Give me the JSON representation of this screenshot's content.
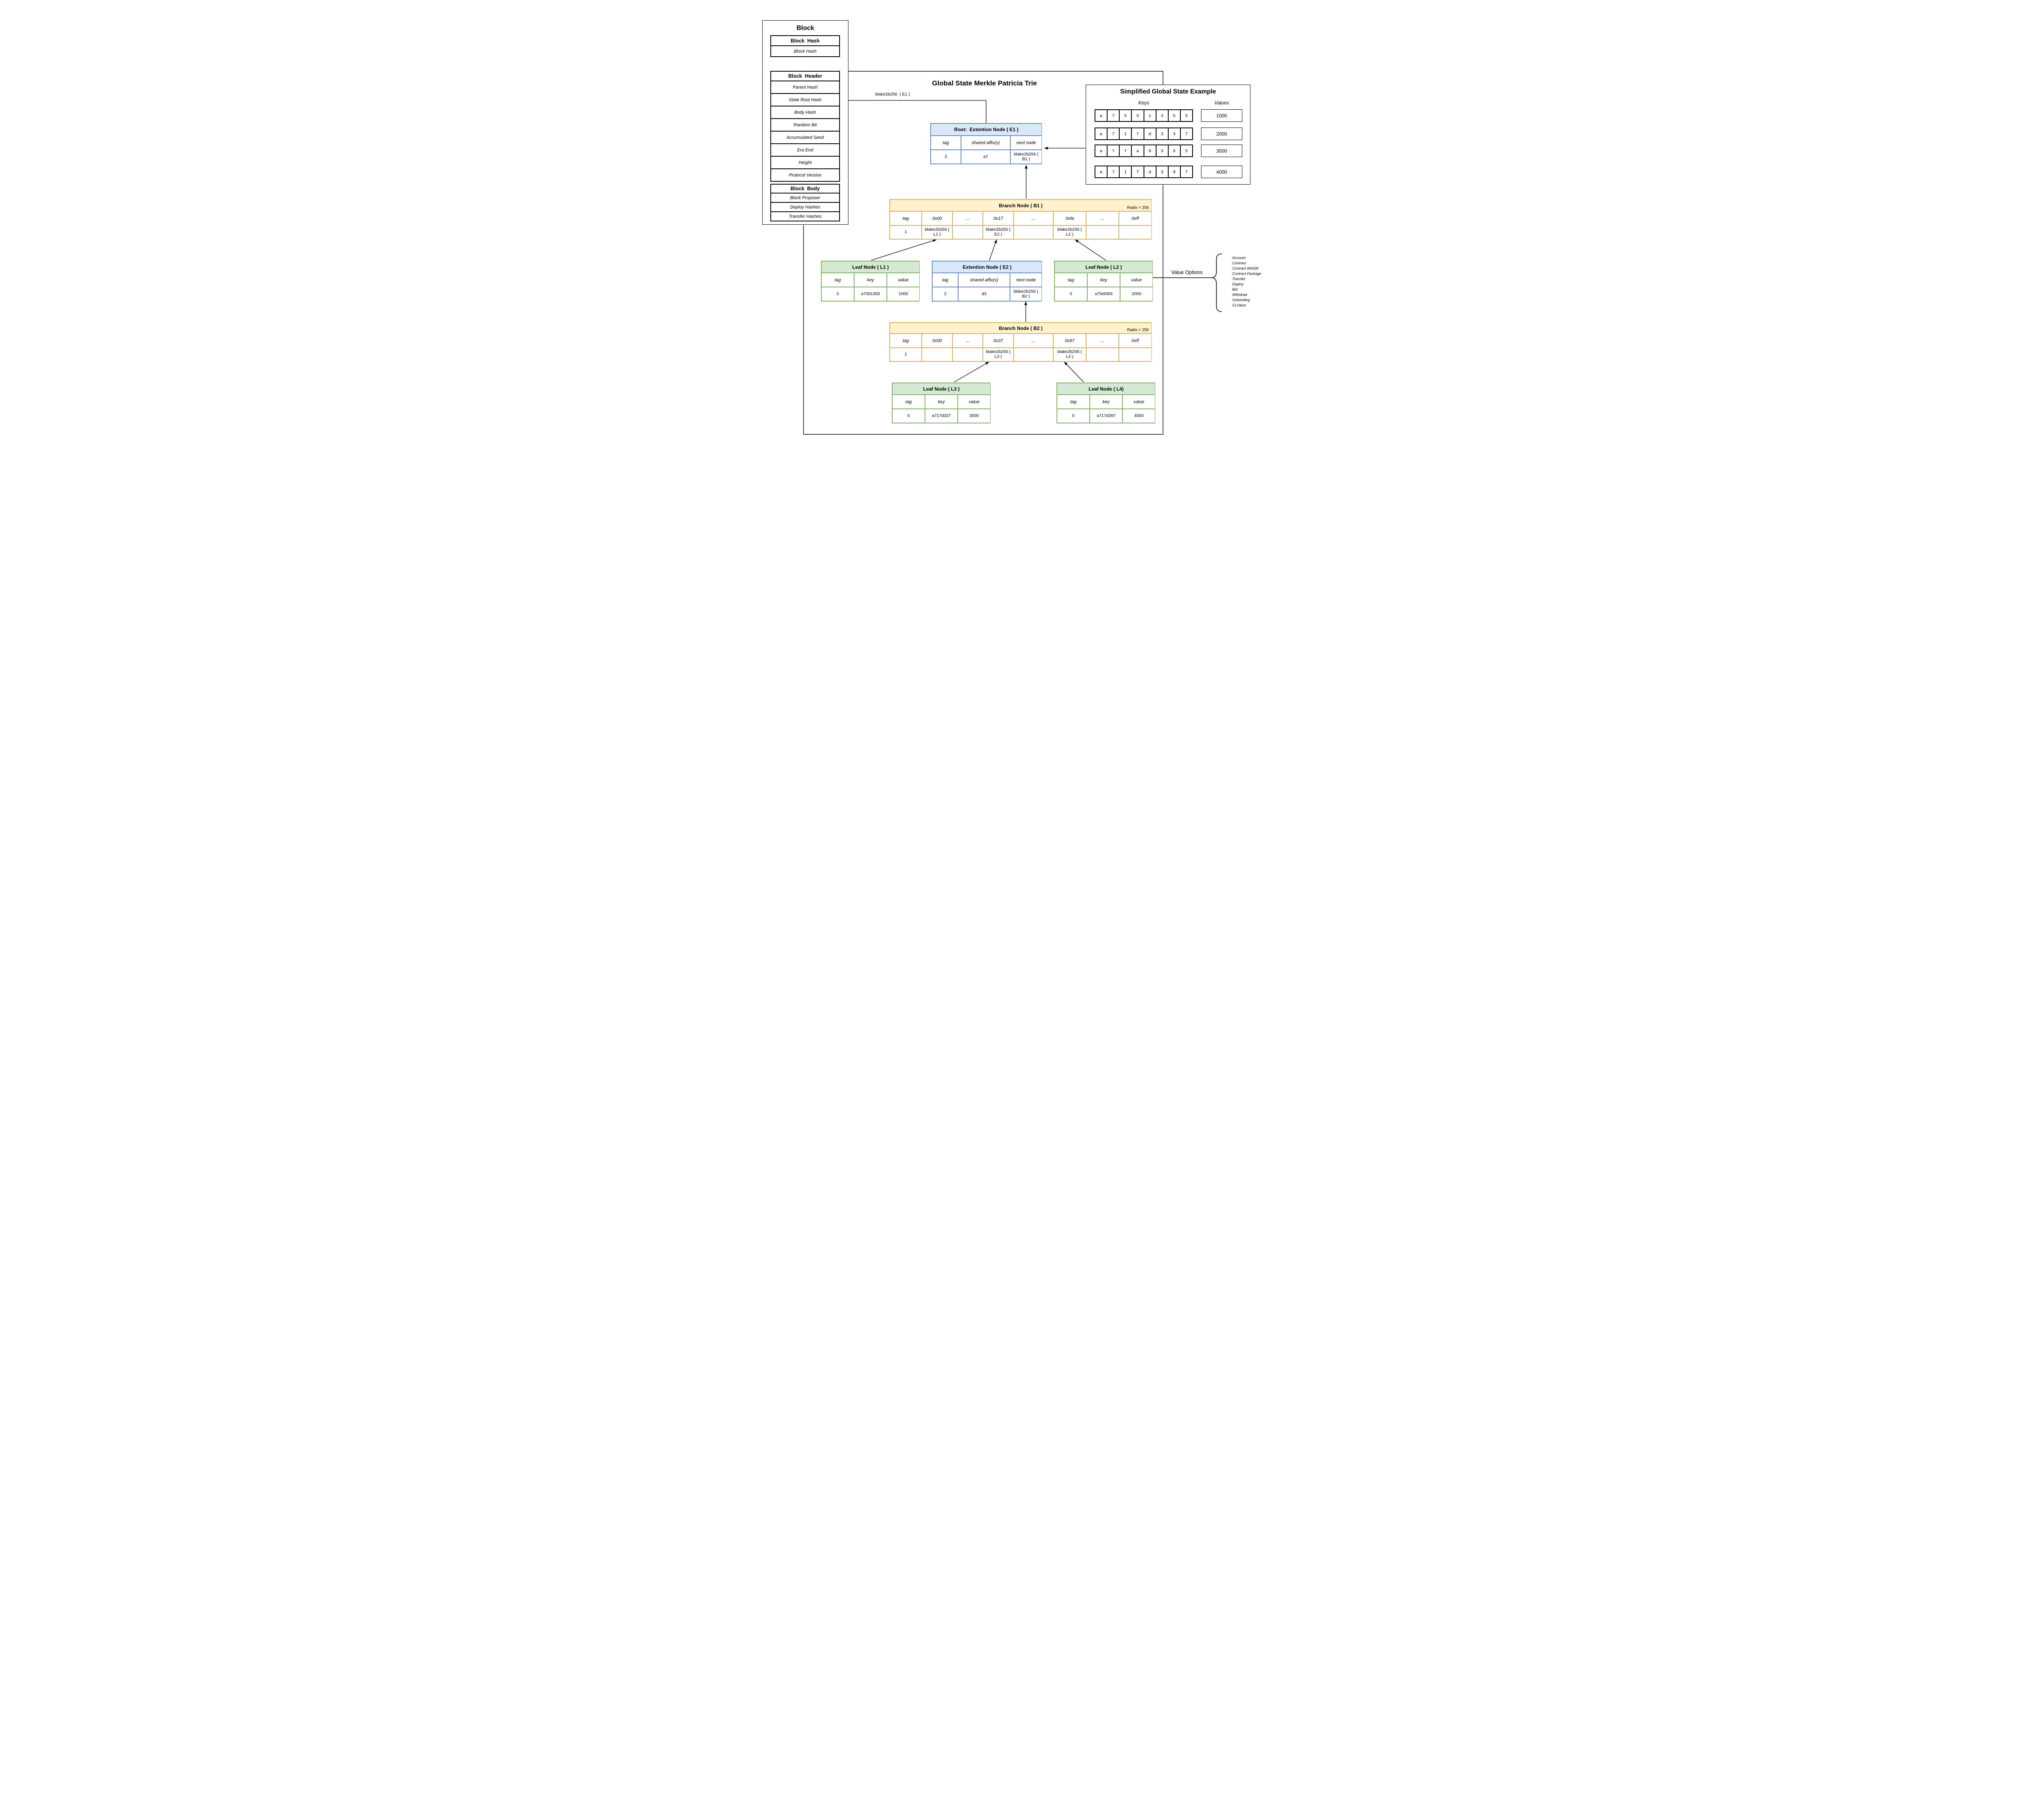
{
  "main_title": "Global State Merkle Patricia Trie",
  "edge_label": "blake2b256  ( E1 )",
  "block": {
    "title": "Block",
    "hash_table": {
      "header": "Block  Hash",
      "row": "Block Hash"
    },
    "header_table": {
      "header": "Block  Header",
      "rows": [
        "Parent Hash",
        "State Root Hash",
        "Body Hash",
        "Random Bit",
        "Accumulated Seed",
        "Era End",
        "Height",
        "Protocol Version"
      ]
    },
    "body_table": {
      "header": "Block  Body",
      "rows": [
        "Block Proposer",
        "Deploy Hashes",
        "Transfer Hashes"
      ]
    }
  },
  "root_node": {
    "title": "Root:  Extention Node ( E1 )",
    "headers": [
      "tag",
      "shared affix(s)",
      "next node"
    ],
    "values": [
      "2",
      "a7",
      "blake2b256 ( B1 )"
    ]
  },
  "branch_b1": {
    "title": "Branch Node ( B1 )",
    "radix": "Radix = 256",
    "headers": [
      "tag",
      "0x00",
      "...",
      "0x17",
      "...",
      "0xfa",
      "...",
      "0xff"
    ],
    "values": [
      "1",
      "blake2b256 ( L1 )",
      "",
      "blake2b256 ( E2 )",
      "",
      "blake2b256 ( L2 )",
      "",
      ""
    ]
  },
  "ext_e2": {
    "title": "Extention Node ( E2 )",
    "headers": [
      "tag",
      "shared affix(s)",
      "next node"
    ],
    "values": [
      "2",
      "d3",
      "blake2b256 ( B2 )"
    ]
  },
  "branch_b2": {
    "title": "Branch Node ( B2 )",
    "radix": "Radix = 256",
    "headers": [
      "tag",
      "0x00",
      "...",
      "0x37",
      "...",
      "0x97",
      "...",
      "0xff"
    ],
    "values": [
      "1",
      "",
      "",
      "blake2b256 ( L3 )",
      "",
      "blake2b256 ( L4 )",
      "",
      ""
    ]
  },
  "leaf_l1": {
    "title": "Leaf Node ( L1 )",
    "headers": [
      "tag",
      "key",
      "value"
    ],
    "values": [
      "0",
      "a7001355",
      "1000"
    ]
  },
  "leaf_l2": {
    "title": "Leaf Node ( L2 )",
    "headers": [
      "tag",
      "key",
      "value"
    ],
    "values": [
      "0",
      "a7fa9365",
      "2000"
    ]
  },
  "leaf_l3": {
    "title": "Leaf Node ( L3 )",
    "headers": [
      "tag",
      "key",
      "value"
    ],
    "values": [
      "0",
      "a717d337",
      "3000"
    ]
  },
  "leaf_l4": {
    "title": "Leaf Node ( L4)",
    "headers": [
      "tag",
      "key",
      "value"
    ],
    "values": [
      "0",
      "a717d397",
      "4000"
    ]
  },
  "global_state": {
    "title": "Simplified Global State Example",
    "keys_label": "Keys",
    "values_label": "Values",
    "rows": [
      {
        "key": [
          "a",
          "7",
          "0",
          "0",
          "1",
          "3",
          "5",
          "5"
        ],
        "value": "1000"
      },
      {
        "key": [
          "a",
          "7",
          "1",
          "7",
          "d",
          "3",
          "3",
          "7"
        ],
        "value": "2000"
      },
      {
        "key": [
          "a",
          "7",
          "f",
          "a",
          "9",
          "3",
          "6",
          "5"
        ],
        "value": "3000"
      },
      {
        "key": [
          "a",
          "7",
          "1",
          "7",
          "d",
          "3",
          "9",
          "7"
        ],
        "value": "4000"
      }
    ]
  },
  "value_options": {
    "label": "Value Options",
    "options": [
      "Account",
      "Contract",
      "Contract WASM",
      "Contract Package",
      "Transfer",
      "Deploy",
      "Bid",
      "Withdraw",
      "Unbonding",
      "CLValue"
    ]
  },
  "colors": {
    "blue_fill": "#dae8fc",
    "blue_border": "#6c8ebf",
    "yellow_fill": "#fff2cc",
    "yellow_border": "#d6b656",
    "green_fill": "#d5e8d4",
    "green_border": "#82b366"
  }
}
